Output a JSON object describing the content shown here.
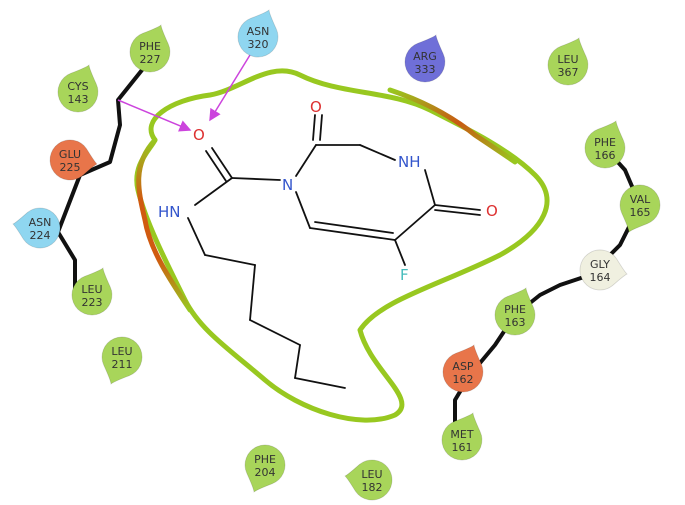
{
  "residues": [
    {
      "id": "asn320",
      "name": "ASN",
      "num": "320",
      "type": "polar"
    },
    {
      "id": "phe227",
      "name": "PHE",
      "num": "227",
      "type": "hydrophobic"
    },
    {
      "id": "arg333",
      "name": "ARG",
      "num": "333",
      "type": "positive"
    },
    {
      "id": "leu367",
      "name": "LEU",
      "num": "367",
      "type": "hydrophobic"
    },
    {
      "id": "cys143",
      "name": "CYS",
      "num": "143",
      "type": "hydrophobic"
    },
    {
      "id": "glu225",
      "name": "GLU",
      "num": "225",
      "type": "negative"
    },
    {
      "id": "asn224",
      "name": "ASN",
      "num": "224",
      "type": "polar"
    },
    {
      "id": "leu223",
      "name": "LEU",
      "num": "223",
      "type": "hydrophobic"
    },
    {
      "id": "leu211",
      "name": "LEU",
      "num": "211",
      "type": "hydrophobic"
    },
    {
      "id": "phe166",
      "name": "PHE",
      "num": "166",
      "type": "hydrophobic"
    },
    {
      "id": "val165",
      "name": "VAL",
      "num": "165",
      "type": "hydrophobic"
    },
    {
      "id": "gly164",
      "name": "GLY",
      "num": "164",
      "type": "glycine"
    },
    {
      "id": "phe163",
      "name": "PHE",
      "num": "163",
      "type": "hydrophobic"
    },
    {
      "id": "asp162",
      "name": "ASP",
      "num": "162",
      "type": "negative"
    },
    {
      "id": "met161",
      "name": "MET",
      "num": "161",
      "type": "hydrophobic"
    },
    {
      "id": "phe204",
      "name": "PHE",
      "num": "204",
      "type": "hydrophobic"
    },
    {
      "id": "leu182",
      "name": "LEU",
      "num": "182",
      "type": "hydrophobic"
    }
  ],
  "atoms": {
    "carbonyl_o": "O",
    "ring_o_top": "O",
    "ring_o_right": "O",
    "nh_ring": "NH",
    "n_ring": "N",
    "hn_chain": "HN",
    "fluorine": "F"
  },
  "colors": {
    "hydrophobic": "#a8d55a",
    "polar": "#8fd6f0",
    "negative": "#e8754a",
    "positive": "#6f6fd8",
    "glycine": "#f0f0e0",
    "pocket_green": "#98c820",
    "pocket_orange": "#d05a10",
    "hbond": "#cc44dd",
    "oxygen": "#dd3030",
    "nitrogen": "#3355cc",
    "fluorine": "#44bbbb"
  }
}
